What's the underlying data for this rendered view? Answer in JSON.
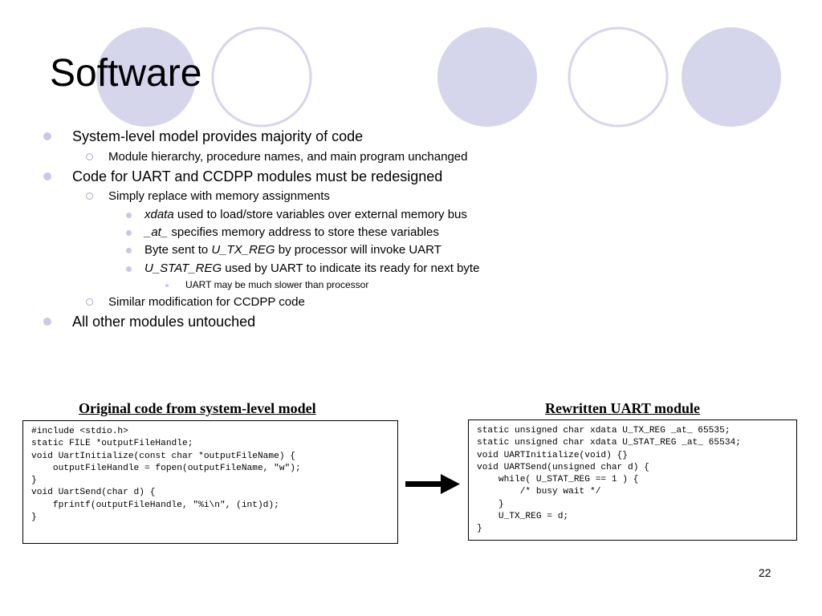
{
  "slide": {
    "title": "Software",
    "page_number": "22"
  },
  "bullets": [
    {
      "level": 1,
      "runs": [
        {
          "text": "System-level model provides majority of code"
        }
      ]
    },
    {
      "level": 2,
      "runs": [
        {
          "text": "Module hierarchy, procedure names, and main program unchanged"
        }
      ]
    },
    {
      "level": 1,
      "runs": [
        {
          "text": "Code for UART and CCDPP modules must be redesigned"
        }
      ]
    },
    {
      "level": 2,
      "runs": [
        {
          "text": "Simply replace with memory assignments"
        }
      ]
    },
    {
      "level": 3,
      "runs": [
        {
          "text": "xdata",
          "italic": true
        },
        {
          "text": " used to load/store variables over external memory bus"
        }
      ]
    },
    {
      "level": 3,
      "runs": [
        {
          "text": "_at_",
          "italic": true
        },
        {
          "text": " specifies memory address to store these variables"
        }
      ]
    },
    {
      "level": 3,
      "runs": [
        {
          "text": "Byte sent to "
        },
        {
          "text": "U_TX_REG",
          "italic": true
        },
        {
          "text": " by processor will invoke UART"
        }
      ]
    },
    {
      "level": 3,
      "runs": [
        {
          "text": "U_STAT_REG",
          "italic": true
        },
        {
          "text": " used by UART to indicate its ready for next byte"
        }
      ]
    },
    {
      "level": 4,
      "runs": [
        {
          "text": "UART may be much slower than processor"
        }
      ]
    },
    {
      "level": 2,
      "runs": [
        {
          "text": "Similar modification for CCDPP code"
        }
      ]
    },
    {
      "level": 1,
      "runs": [
        {
          "text": "All other modules untouched"
        }
      ]
    }
  ],
  "original_code": {
    "caption": "Original code from system-level model",
    "lines": [
      "#include <stdio.h>",
      "static FILE *outputFileHandle;",
      "void UartInitialize(const char *outputFileName) {",
      "    outputFileHandle = fopen(outputFileName, \"w\");",
      "}",
      "void UartSend(char d) {",
      "    fprintf(outputFileHandle, \"%i\\n\", (int)d);",
      "}"
    ]
  },
  "rewritten_code": {
    "caption": "Rewritten UART module",
    "lines": [
      "static unsigned char xdata U_TX_REG _at_ 65535;",
      "static unsigned char xdata U_STAT_REG _at_ 65534;",
      "void UARTInitialize(void) {}",
      "void UARTSend(unsigned char d) {",
      "    while( U_STAT_REG == 1 ) {",
      "        /* busy wait */",
      "    }",
      "    U_TX_REG = d;",
      "}"
    ]
  },
  "theme": {
    "circle_fill": "#d5d5ec",
    "circle_ring": "#d5d5ec",
    "bullet_color": "#c8c8e8"
  }
}
